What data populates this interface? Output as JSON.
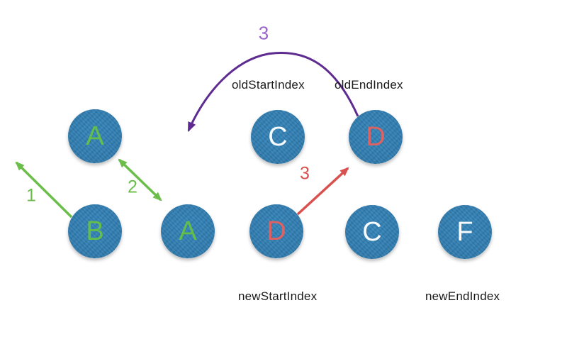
{
  "old_list": {
    "nodes": [
      {
        "label": "A",
        "letter_color": "green"
      },
      {
        "label": "C",
        "letter_color": "white"
      },
      {
        "label": "D",
        "letter_color": "red"
      }
    ],
    "start_index_label": "oldStartIndex",
    "end_index_label": "oldEndIndex"
  },
  "new_list": {
    "nodes": [
      {
        "label": "B",
        "letter_color": "green"
      },
      {
        "label": "A",
        "letter_color": "green"
      },
      {
        "label": "D",
        "letter_color": "red"
      },
      {
        "label": "C",
        "letter_color": "white"
      },
      {
        "label": "F",
        "letter_color": "white"
      }
    ],
    "start_index_label": "newStartIndex",
    "end_index_label": "newEndIndex"
  },
  "steps": {
    "step1_label": "1",
    "step2_label": "2",
    "step3_red_label": "3",
    "step3_purple_label": "3"
  },
  "colors": {
    "node_fill": "#2E7CB0",
    "green": "#6CBE4B",
    "red_arrow": "#D9514E",
    "red_letter": "#DE6262",
    "purple_arrow": "#5E2B90",
    "purple_label": "#9B64CD",
    "label_text": "#1A1A1A",
    "white_letter": "#F7FBFD"
  }
}
